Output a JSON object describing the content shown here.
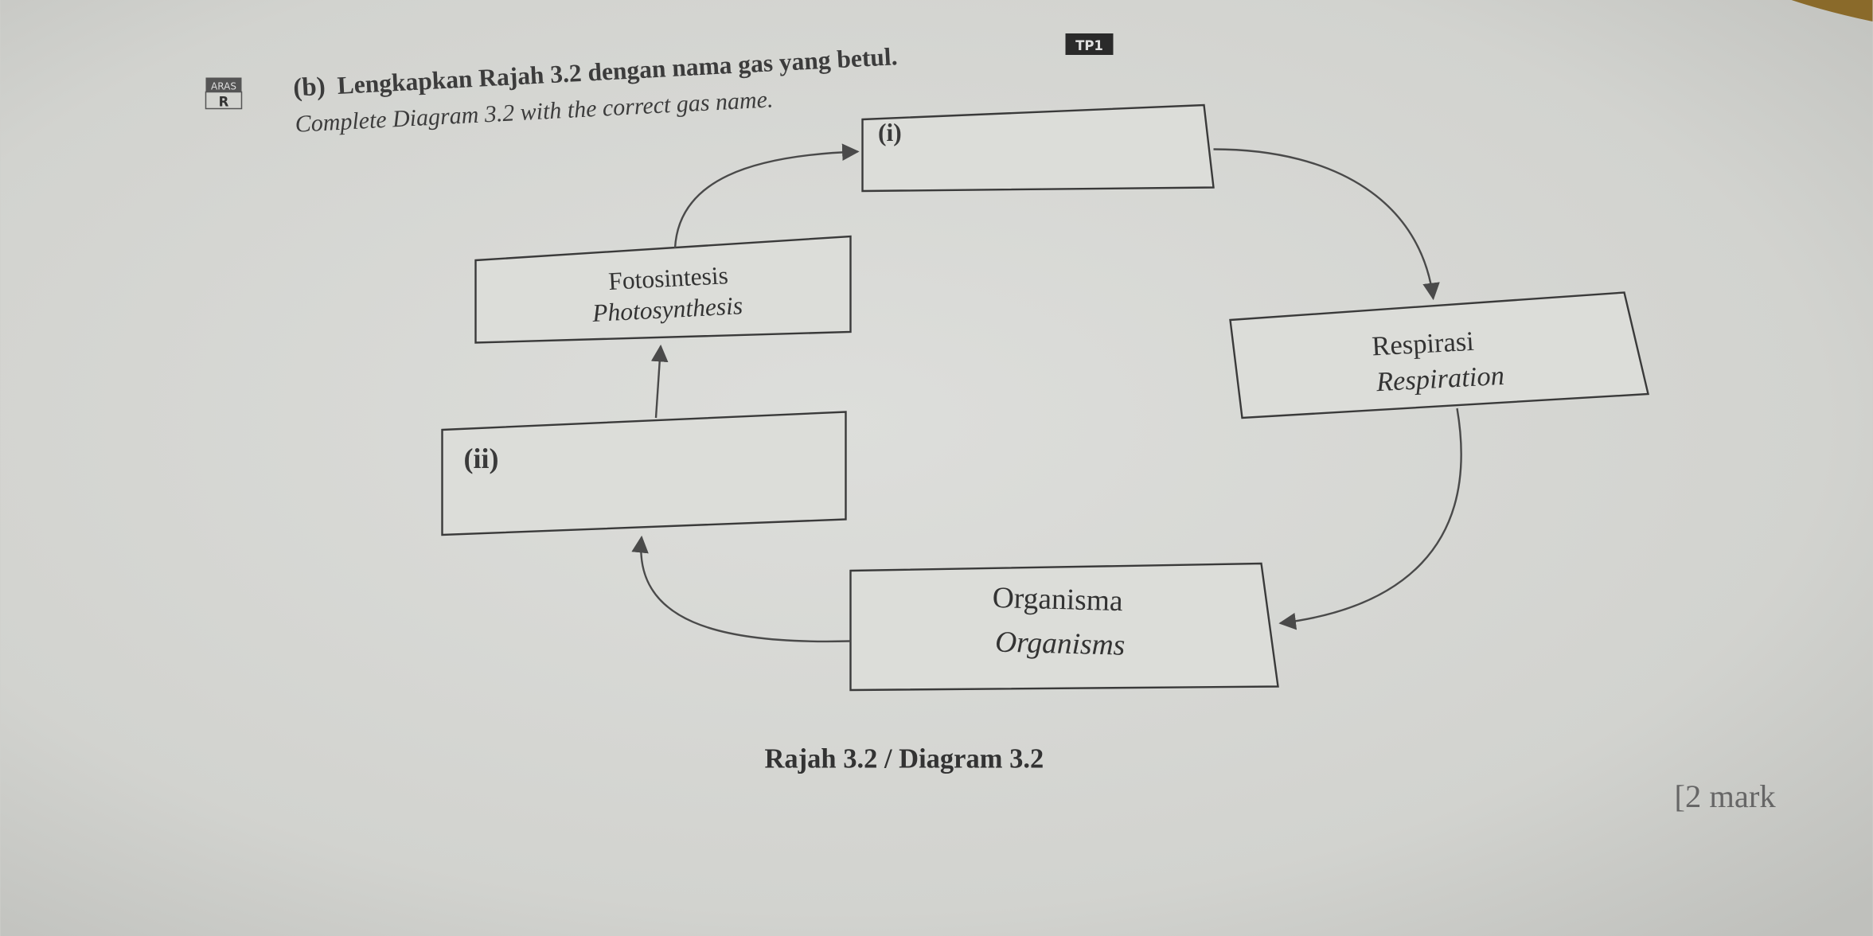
{
  "question": {
    "part_label": "(b)",
    "instruction_malay": "Lengkapkan Rajah 3.2 dengan nama gas yang betul.",
    "instruction_english": "Complete Diagram 3.2 with the correct gas name.",
    "tp_badge": "TP1",
    "aras_badge": {
      "top": "ARAS",
      "bottom": "R"
    }
  },
  "diagram": {
    "blank_i_label": "(i)",
    "blank_ii_label": "(ii)",
    "photosynthesis": {
      "malay": "Fotosintesis",
      "english": "Photosynthesis"
    },
    "respiration": {
      "malay": "Respirasi",
      "english": "Respiration"
    },
    "organisms": {
      "malay": "Organisma",
      "english": "Organisms"
    },
    "caption": "Rajah 3.2 / Diagram 3.2"
  },
  "marks": "[2 mark",
  "colors": {
    "paper": "#d8d9d5",
    "ink": "#3a3a3a",
    "box_fill": "#dcddd9"
  }
}
